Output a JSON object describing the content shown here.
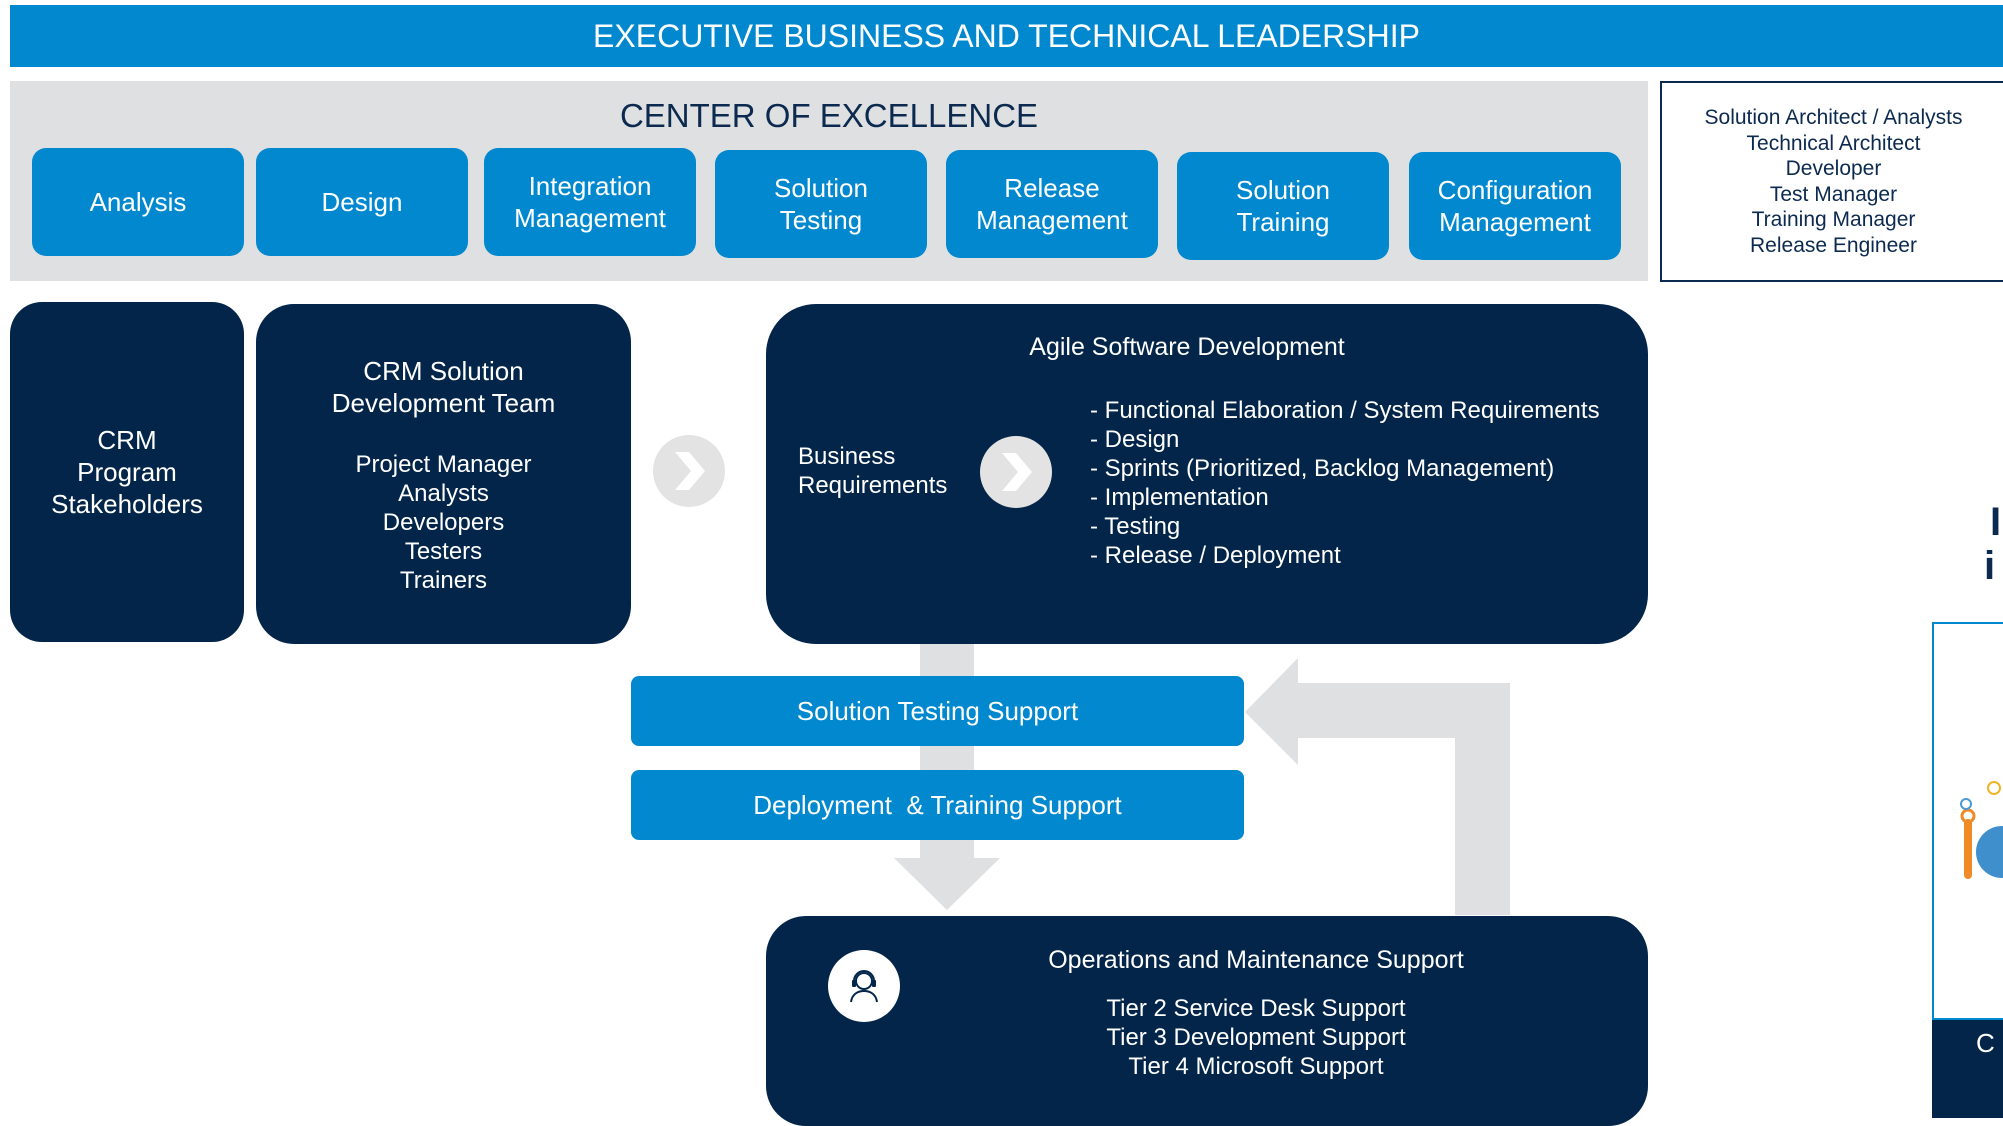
{
  "banner": "EXECUTIVE BUSINESS AND TECHNICAL LEADERSHIP",
  "coe": {
    "title": "CENTER OF EXCELLENCE",
    "items": [
      [
        "Analysis"
      ],
      [
        "Design"
      ],
      [
        "Integration",
        "Management"
      ],
      [
        "Solution",
        "Testing"
      ],
      [
        "Release",
        "Management"
      ],
      [
        "Solution",
        "Training"
      ],
      [
        "Configuration",
        "Management"
      ]
    ]
  },
  "roles": [
    "Solution Architect / Analysts",
    "Technical Architect",
    "Developer",
    "Test Manager",
    "Training Manager",
    "Release Engineer"
  ],
  "stakeholders": [
    "CRM",
    "Program",
    "Stakeholders"
  ],
  "dev_team": {
    "title": [
      "CRM Solution",
      "Development Team"
    ],
    "members": [
      "Project Manager",
      "Analysts",
      "Developers",
      "Testers",
      "Trainers"
    ]
  },
  "agile": {
    "title": "Agile Software Development",
    "input": [
      "Business",
      "Requirements"
    ],
    "steps": [
      "- Functional Elaboration / System Requirements",
      "- Design",
      "- Sprints (Prioritized, Backlog Management)",
      "- Implementation",
      "- Testing",
      "- Release / Deployment"
    ]
  },
  "support": {
    "testing": "Solution Testing Support",
    "deployment": "Deployment  & Training Support"
  },
  "operations": {
    "title": "Operations and Maintenance Support",
    "tiers": [
      "Tier 2 Service Desk Support",
      "Tier 3 Development Support",
      "Tier 4 Microsoft Support"
    ]
  },
  "cutoff": {
    "edge_glyphs": [
      "I",
      "i"
    ],
    "bottom_glyph": "C"
  },
  "colors": {
    "accent": "#0288cf",
    "navy": "#032549",
    "gray": "#dfe0e2"
  }
}
